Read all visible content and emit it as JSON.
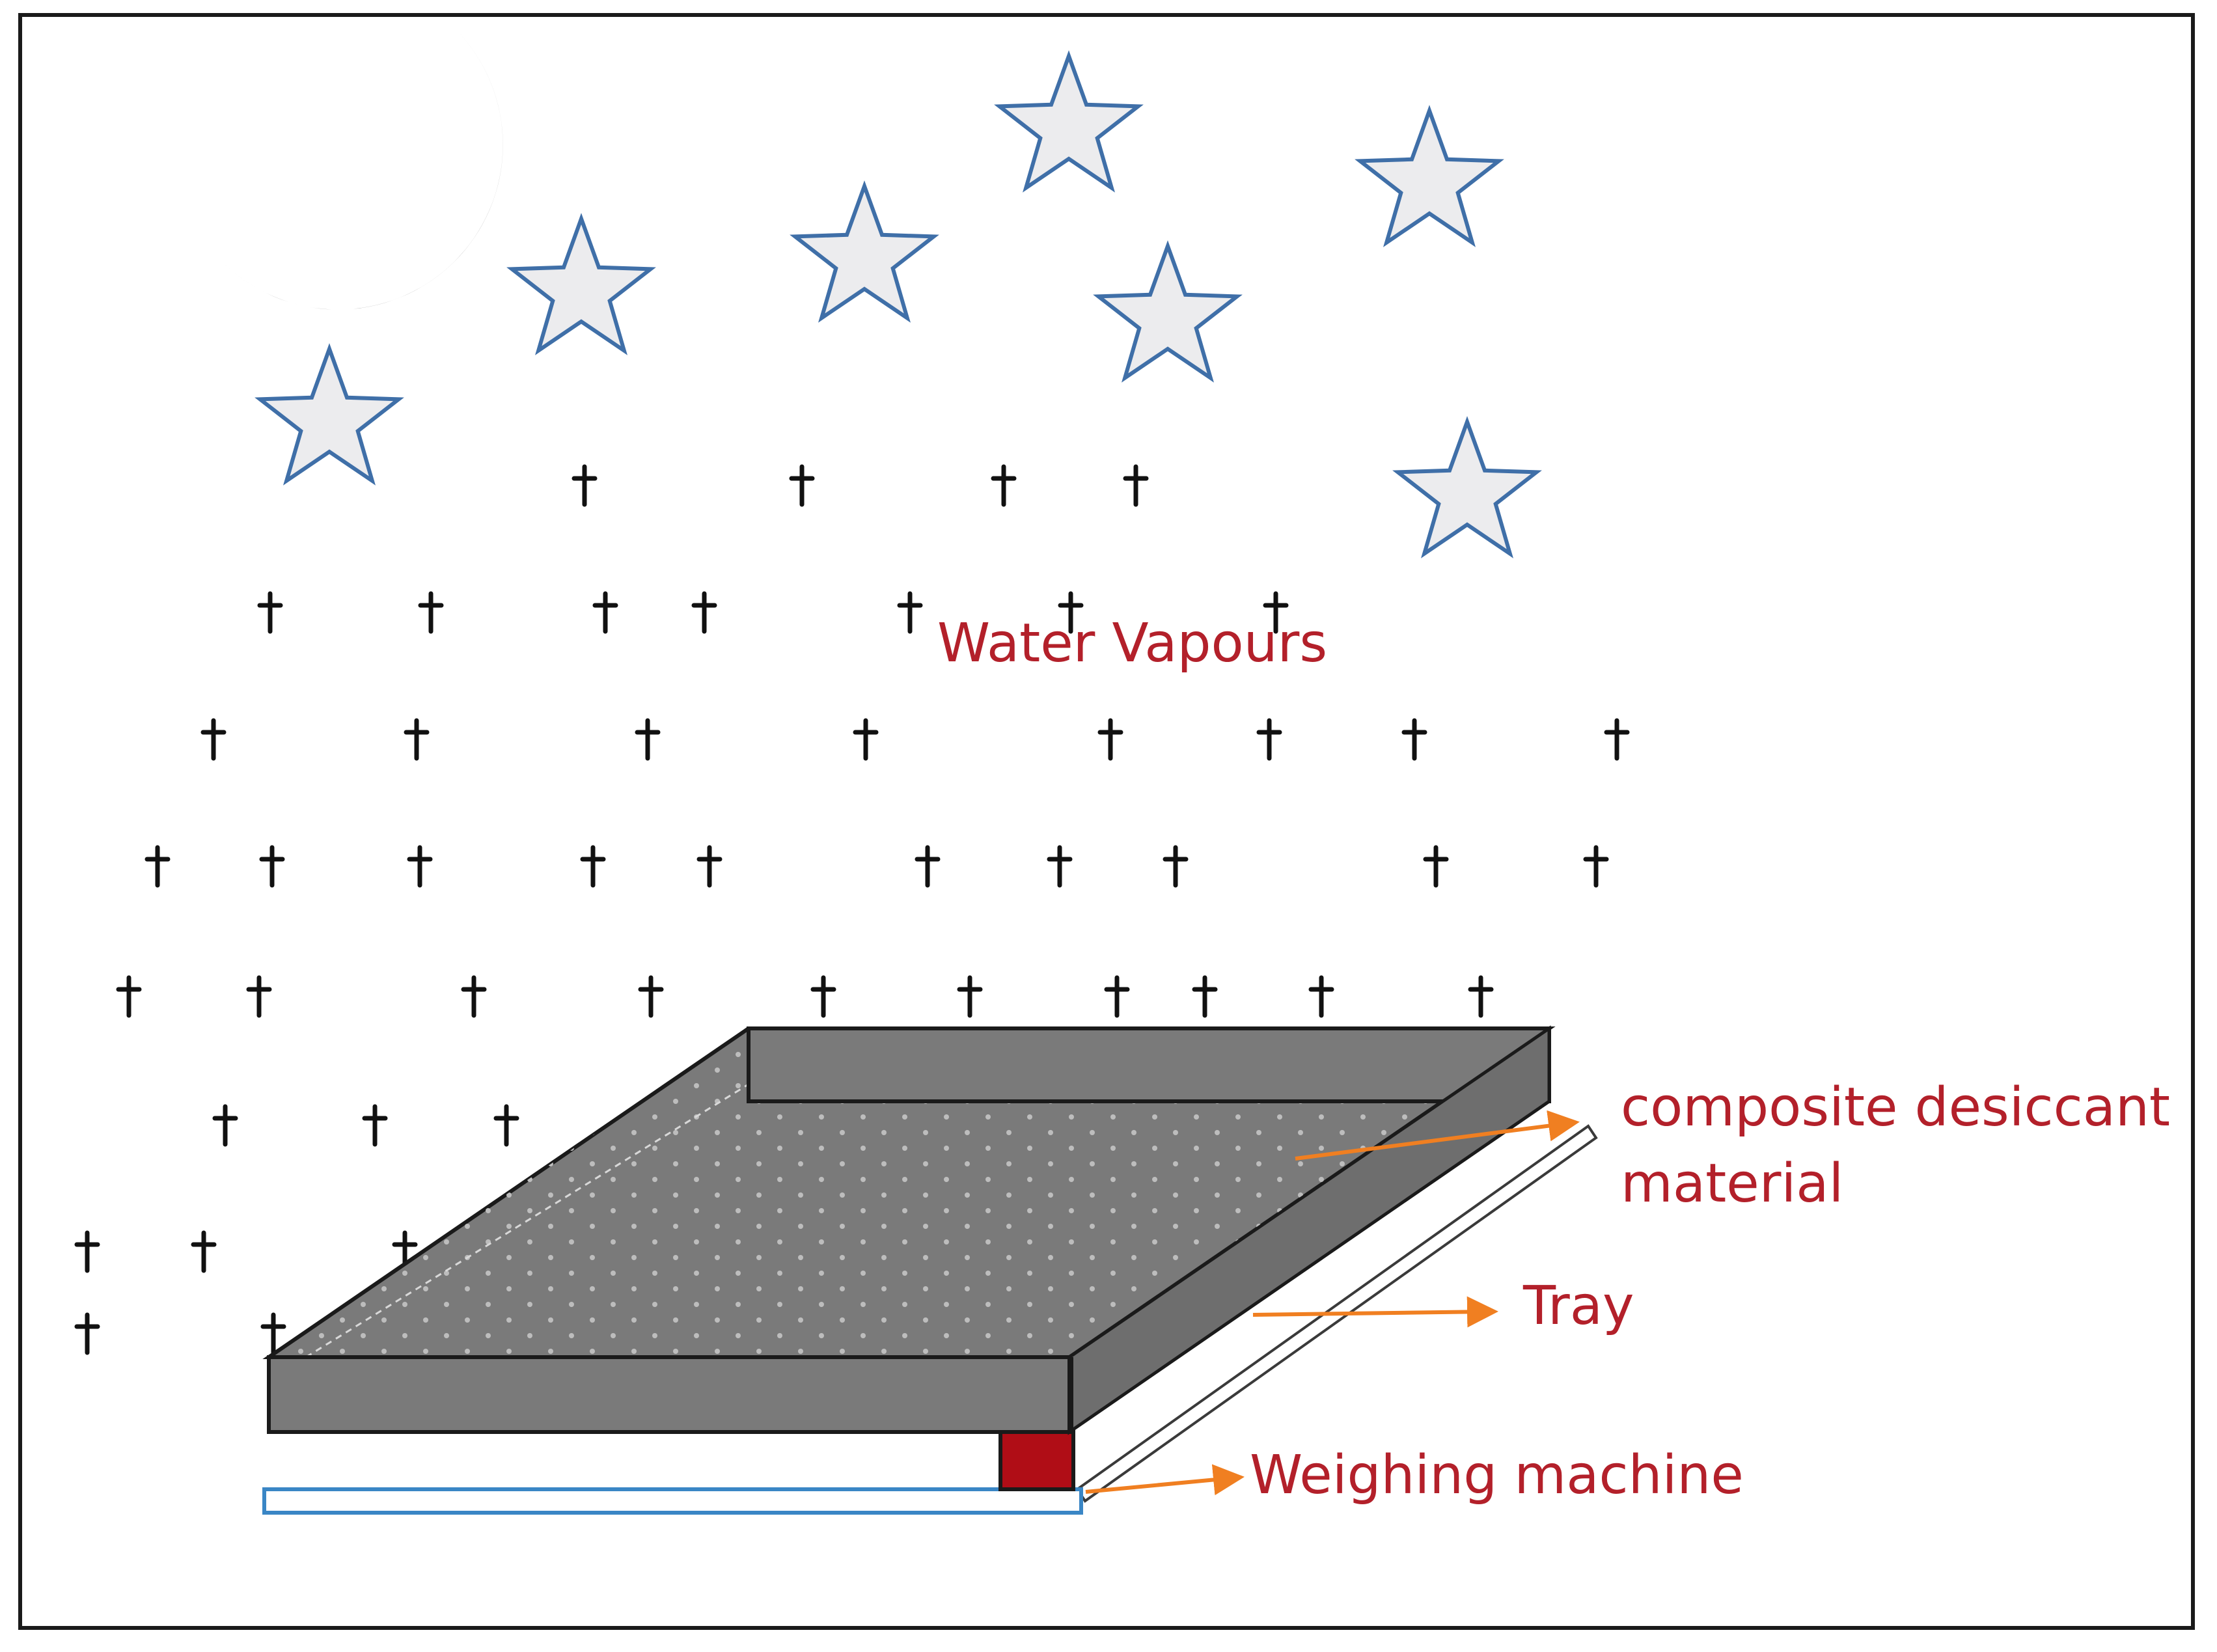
{
  "labels": {
    "vapours": "Water Vapours",
    "desiccant_line1": "composite desiccant",
    "desiccant_line2": "material",
    "tray": "Tray",
    "weighing": "Weighing machine"
  },
  "colors": {
    "label_text": "#b3202a",
    "arrow": "#f07f21",
    "tray_fill": "#7a7a7a",
    "tray_edge": "#1a1a1a",
    "moon": "#6b6b6b",
    "star_fill": "#ececee",
    "star_stroke": "#3f6fa8",
    "scale_block": "#b00d16",
    "scale_plate_stroke": "#3a86c5",
    "vapour_mark": "#111111"
  },
  "icons": {
    "moon": "crescent-moon-icon",
    "star": "star-icon",
    "vapour": "dagger-glyph"
  }
}
